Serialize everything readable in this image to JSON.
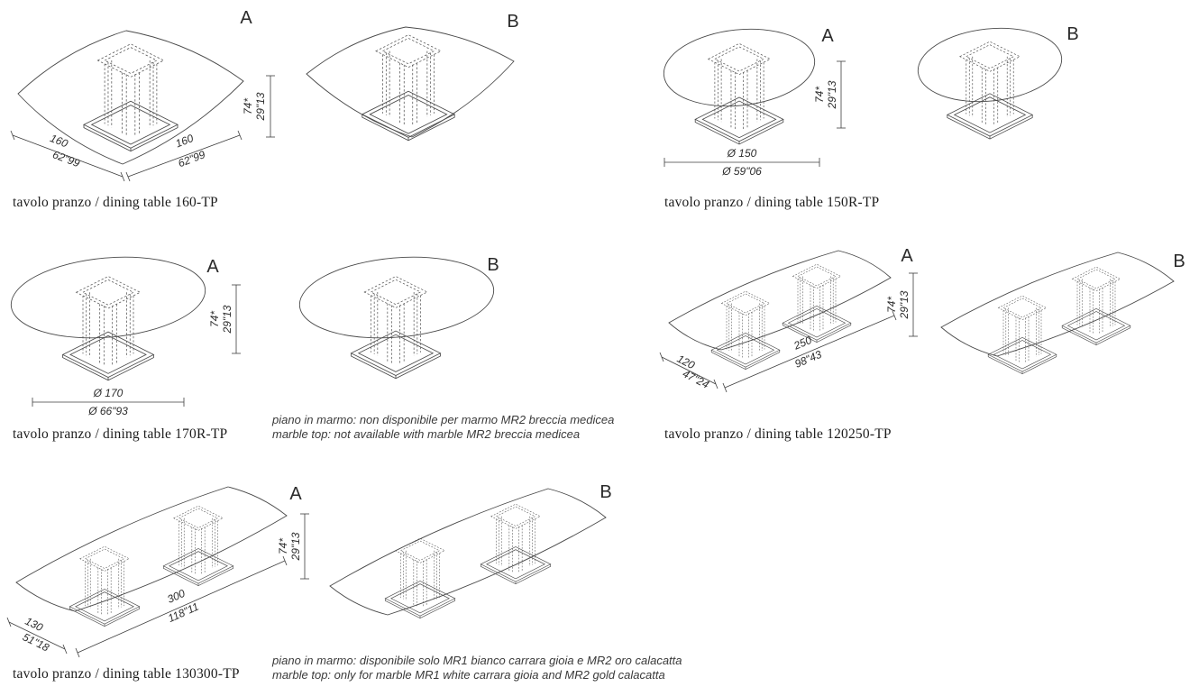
{
  "page": {
    "background": "#ffffff",
    "ink": "#2e2e2e"
  },
  "groups": [
    {
      "id": "160-TP",
      "caption": "tavolo pranzo / dining table 160-TP",
      "label_a": "A",
      "label_b": "B",
      "height_cm": "74*",
      "height_in": "29\"13",
      "dim_left_cm": "160",
      "dim_left_in": "62\"99",
      "dim_right_cm": "160",
      "dim_right_in": "62\"99"
    },
    {
      "id": "150R-TP",
      "caption": "tavolo pranzo / dining table 150R-TP",
      "label_a": "A",
      "label_b": "B",
      "height_cm": "74*",
      "height_in": "29\"13",
      "diameter_cm": "Ø 150",
      "diameter_in": "Ø 59\"06"
    },
    {
      "id": "170R-TP",
      "caption": "tavolo pranzo / dining table 170R-TP",
      "label_a": "A",
      "label_b": "B",
      "height_cm": "74*",
      "height_in": "29\"13",
      "diameter_cm": "Ø 170",
      "diameter_in": "Ø 66\"93",
      "note_it": "piano in marmo: non disponibile per marmo MR2 breccia medicea",
      "note_en": "marble top: not available with marble MR2 breccia medicea"
    },
    {
      "id": "120250-TP",
      "caption": "tavolo pranzo / dining table 120250-TP",
      "label_a": "A",
      "label_b": "B",
      "height_cm": "74*",
      "height_in": "29\"13",
      "dim_left_cm": "120",
      "dim_left_in": "47\"24",
      "dim_right_cm": "250",
      "dim_right_in": "98\"43"
    },
    {
      "id": "130300-TP",
      "caption": "tavolo pranzo / dining table 130300-TP",
      "label_a": "A",
      "label_b": "B",
      "height_cm": "74*",
      "height_in": "29\"13",
      "dim_left_cm": "130",
      "dim_left_in": "51\"18",
      "dim_right_cm": "300",
      "dim_right_in": "118\"11",
      "note_it": "piano in marmo: disponibile solo MR1 bianco carrara gioia e MR2 oro calacatta",
      "note_en": "marble top: only for marble MR1 white carrara gioia and MR2 gold calacatta"
    }
  ]
}
